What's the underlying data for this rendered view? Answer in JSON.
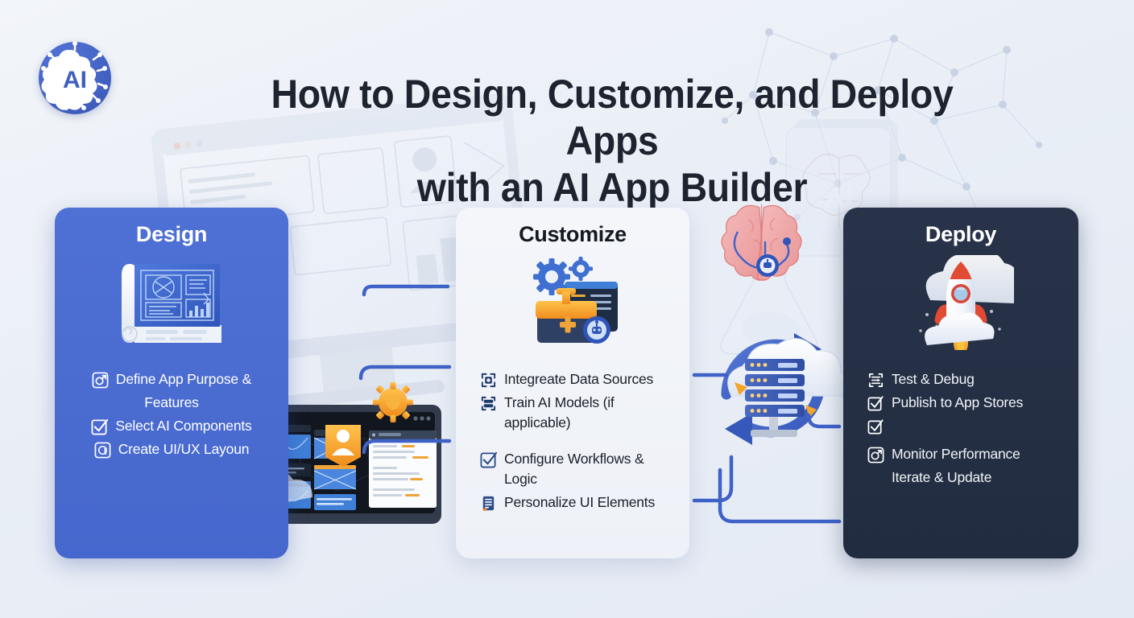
{
  "logo": {
    "text": "AI",
    "name": "ai-brain-logo"
  },
  "header": {
    "title_line1": "How to Design, Customize, and Deploy Apps",
    "title_line2": "with an AI App Builder"
  },
  "colors": {
    "background": "#eaeef5",
    "design_card": "#4a6bd0",
    "customize_card": "#f1f4f9",
    "deploy_card": "#27334a",
    "accent_blue": "#3f62c8",
    "accent_orange": "#f5a623",
    "text_dark": "#1d2430",
    "text_light": "#ffffff"
  },
  "cards": [
    {
      "id": "design",
      "title": "Design",
      "icon": "blueprint-icon",
      "items": [
        {
          "icon": "target-frame-icon",
          "label": "Define App Purpose &"
        },
        {
          "icon": "none",
          "label": "Features"
        },
        {
          "icon": "checkbox-checked-icon",
          "label": "Select AI Components"
        },
        {
          "icon": "layout-frame-icon",
          "label": "Create UI/UX Layoun"
        }
      ]
    },
    {
      "id": "customize",
      "title": "Customize",
      "icon": "toolbox-gears-icon",
      "items": [
        {
          "icon": "data-source-icon",
          "label": "Integreate Data Sources"
        },
        {
          "icon": "model-stack-icon",
          "label": "Train AI Models (if applicable)"
        },
        {
          "icon": "checkbox-checked-icon",
          "label": "Configure Workflows & Logic"
        },
        {
          "icon": "ui-elements-icon",
          "label": "Personalize UI Elements"
        }
      ]
    },
    {
      "id": "deploy",
      "title": "Deploy",
      "icon": "rocket-launch-icon",
      "items": [
        {
          "icon": "debug-frame-icon",
          "label": "Test & Debug"
        },
        {
          "icon": "checkbox-checked-icon",
          "label": "Publish to App Stores"
        },
        {
          "icon": "checkbox-checked-icon",
          "label": ""
        },
        {
          "icon": "monitor-gauge-icon",
          "label": "Monitor Performance"
        },
        {
          "icon": "none",
          "label": "Iterate & Update"
        }
      ]
    }
  ],
  "background": {
    "elements": [
      "network-graph-pattern",
      "desktop-monitor-wireframe",
      "ai-chip-card",
      "brain-illustration",
      "cloud-server-sync",
      "monitor-app-preview",
      "gear-badge",
      "user-avatar-badge"
    ]
  }
}
